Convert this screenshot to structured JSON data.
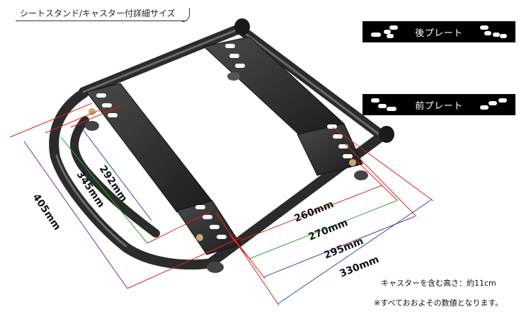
{
  "title": "シートスタンド/キャスター付詳細サイズ",
  "rear_plate_label": "後プレート",
  "front_plate_label": "前プレート",
  "dimensions": {
    "d292": "292mm",
    "d345": "345mm",
    "d405": "405mm",
    "d260": "260mm",
    "d270": "270mm",
    "d295": "295mm",
    "d330": "330mm"
  },
  "notes": {
    "caster_height": "キャスターを含む高さ：約11cm",
    "approx": "※すべておおよその数値となります。"
  },
  "colors": {
    "red": "#e02020",
    "green": "#33a433",
    "blue": "#1f4fb0",
    "purple": "#7a2a9a",
    "frame": "#3a3a3a",
    "plate": "#2a2a2a"
  }
}
